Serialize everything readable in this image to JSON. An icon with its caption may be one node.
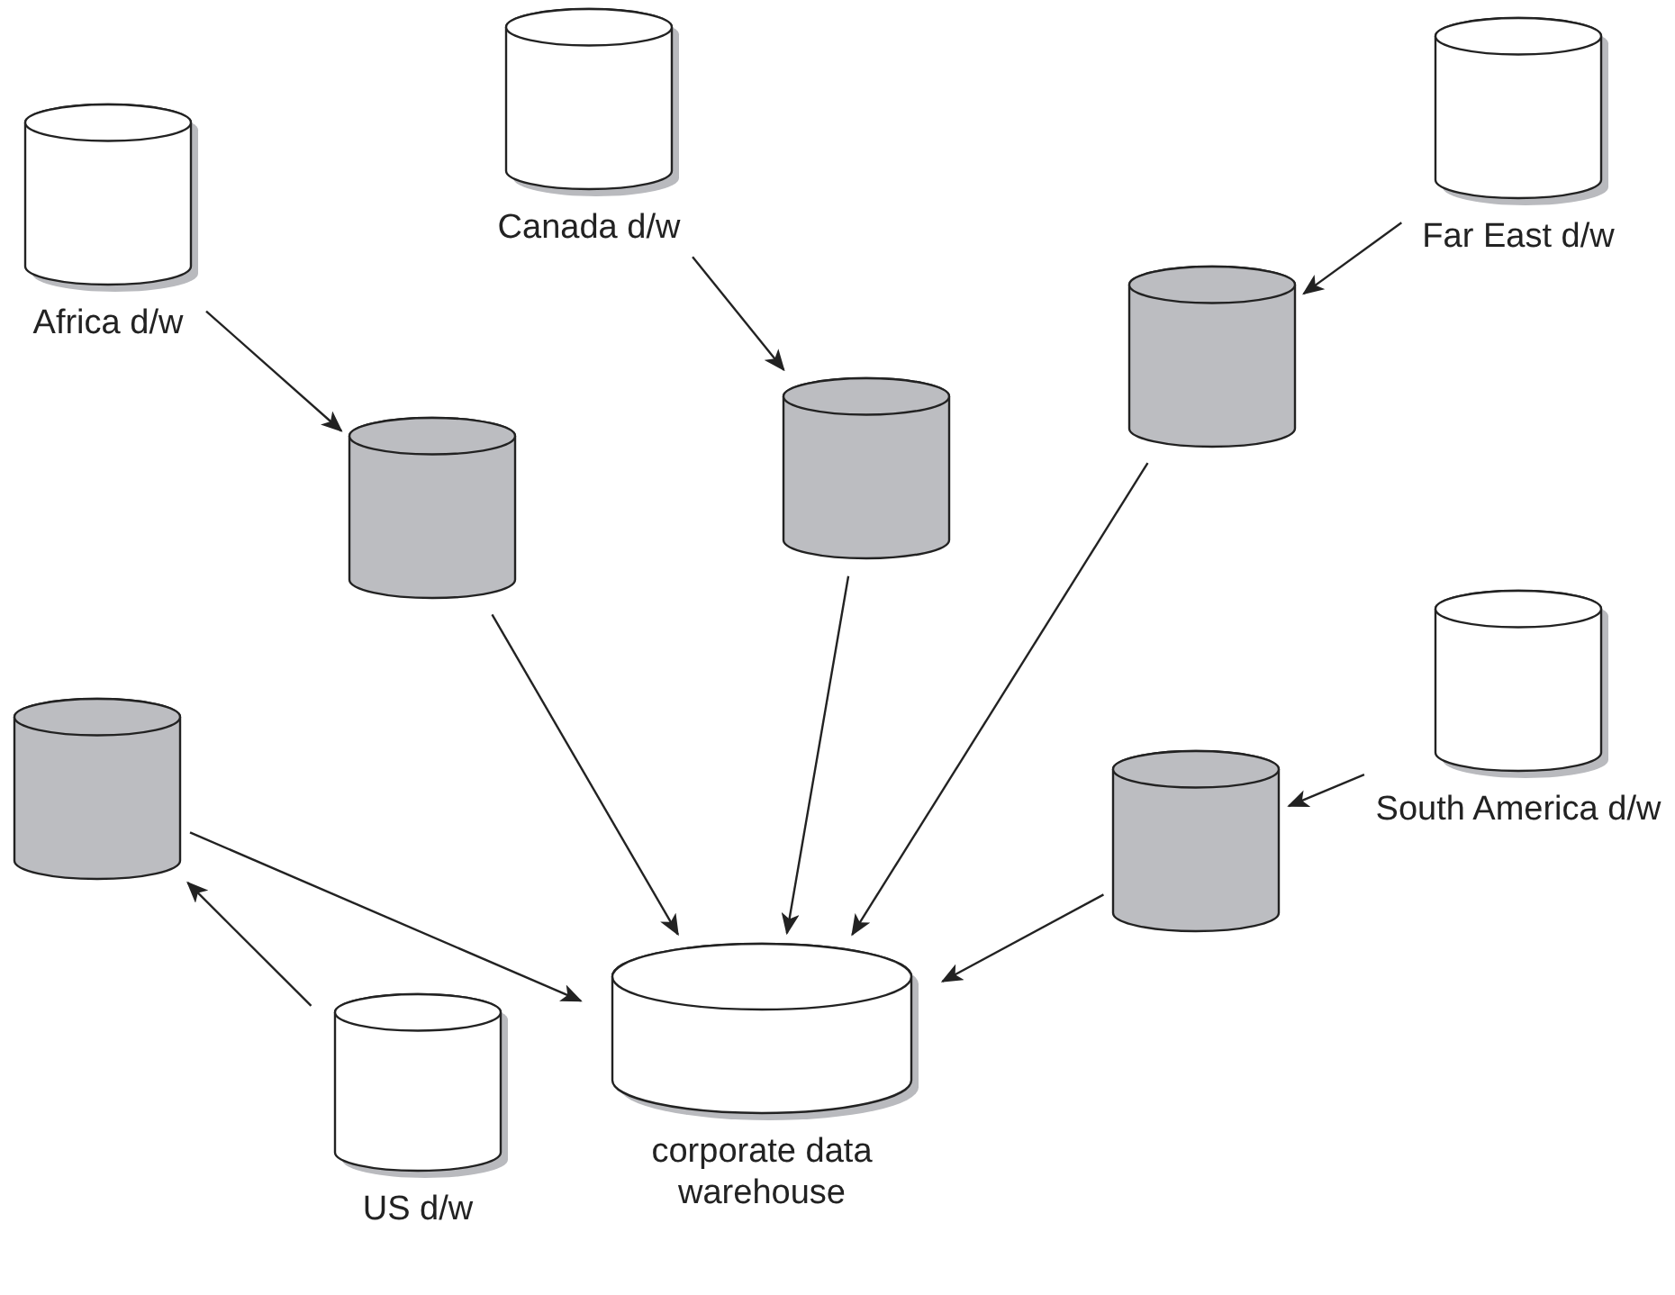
{
  "diagram": {
    "nodes": [
      {
        "text": [
          "Canada d/w"
        ]
      },
      {
        "text": [
          "Far East d/w"
        ]
      },
      {
        "text": [
          "Africa d/w"
        ]
      },
      {
        "text": [],
        "shape": "cylinder"
      },
      {
        "text": [],
        "shape": "cylinder"
      },
      {
        "text": [],
        "shape": "cylinder"
      },
      {
        "text": [
          "South America d/w"
        ]
      },
      {
        "text": [],
        "shape": "cylinder"
      },
      {
        "text": [],
        "shape": "cylinder"
      },
      {
        "text": [
          "corporate data warehouse"
        ]
      },
      {
        "text": [
          "US d/w"
        ]
      }
    ],
    "edges": [
      {
        "from": 2,
        "to": 5,
        "arrow": "to"
      },
      {
        "from": 0,
        "to": 4,
        "arrow": "to"
      },
      {
        "from": 1,
        "to": 3,
        "arrow": "to"
      },
      {
        "from": 6,
        "to": 8,
        "arrow": "to"
      },
      {
        "from": 10,
        "to": 7,
        "arrow": "to"
      },
      {
        "from": 5,
        "to": 9,
        "arrow": "to"
      },
      {
        "from": 4,
        "to": 9,
        "arrow": "to"
      },
      {
        "from": 3,
        "to": 9,
        "arrow": "to"
      },
      {
        "from": 7,
        "to": 9,
        "arrow": "to"
      },
      {
        "from": 8,
        "to": 9,
        "arrow": "to"
      }
    ]
  }
}
